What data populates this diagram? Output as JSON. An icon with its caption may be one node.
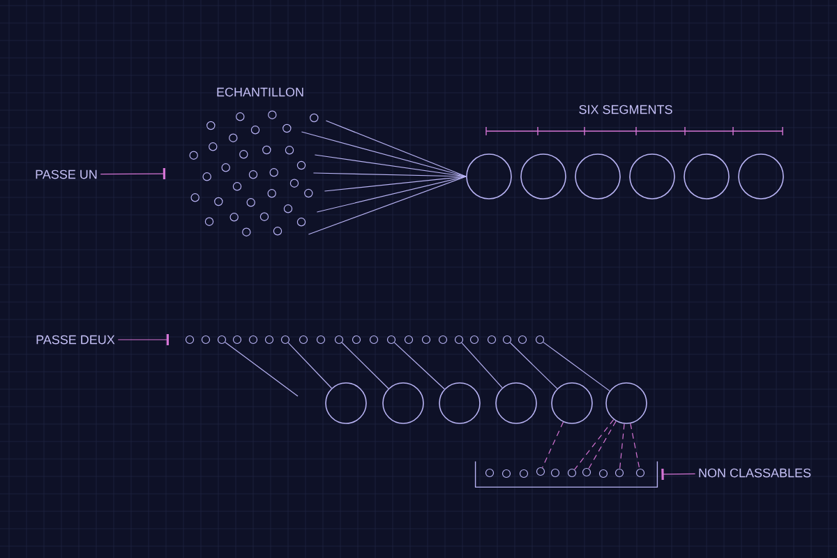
{
  "diagram": {
    "nodes": [
      {
        "text": [
          "PASSE UN"
        ]
      },
      {
        "text": [
          "PASSE DEUX"
        ]
      },
      {
        "text": [
          "NON CLASSABLES"
        ]
      },
      {
        "text": [],
        "shape": "picture"
      },
      {
        "text": [],
        "shape": "circle"
      },
      {
        "text": [],
        "shape": "circle"
      },
      {
        "text": [],
        "shape": "circle"
      },
      {
        "text": [],
        "shape": "circle"
      },
      {
        "text": [],
        "shape": "circle"
      },
      {
        "text": [],
        "shape": "circle"
      },
      {
        "text": [],
        "shape": "circle"
      },
      {
        "text": [],
        "shape": "circle"
      },
      {
        "text": [],
        "shape": "circle"
      },
      {
        "text": [],
        "shape": "circle"
      },
      {
        "text": [],
        "shape": "circle"
      },
      {
        "text": [],
        "shape": "circle"
      },
      {
        "text": [],
        "shape": "circle"
      },
      {
        "text": [],
        "shape": "circle"
      },
      {
        "text": [],
        "shape": "circle"
      },
      {
        "text": [],
        "shape": "circle"
      },
      {
        "text": [],
        "shape": "circle"
      },
      {
        "text": [],
        "shape": "circle"
      },
      {
        "text": [],
        "shape": "circle"
      },
      {
        "text": [],
        "shape": "circle"
      },
      {
        "text": [],
        "shape": "circle"
      },
      {
        "text": [],
        "shape": "circle"
      },
      {
        "text": [],
        "shape": "circle"
      },
      {
        "text": [],
        "shape": "circle"
      },
      {
        "text": [],
        "shape": "circle"
      },
      {
        "text": [],
        "shape": "circle"
      },
      {
        "text": [],
        "shape": "circle"
      },
      {
        "text": [],
        "shape": "circle"
      },
      {
        "text": [],
        "shape": "circle"
      },
      {
        "text": [],
        "shape": "circle"
      },
      {
        "text": [],
        "shape": "circle"
      },
      {
        "text": [],
        "shape": "circle"
      },
      {
        "text": [],
        "shape": "circle"
      },
      {
        "text": [],
        "shape": "circle"
      },
      {
        "text": [],
        "shape": "tray"
      },
      {
        "text": [],
        "shape": "circle",
        "in": 38
      },
      {
        "text": [],
        "shape": "circle",
        "in": 38
      },
      {
        "text": [],
        "shape": "circle",
        "in": 38
      },
      {
        "text": [],
        "shape": "circle",
        "in": 38
      },
      {
        "text": [],
        "shape": "circle",
        "in": 38
      },
      {
        "text": [],
        "shape": "circle",
        "in": 38
      },
      {
        "text": [],
        "shape": "circle",
        "in": 38
      },
      {
        "text": [],
        "shape": "circle",
        "in": 38
      },
      {
        "text": [],
        "shape": "circle",
        "in": 38
      },
      {
        "text": [],
        "shape": "circle",
        "in": 38
      }
    ],
    "edges": [
      {
        "from": 0,
        "to": null,
        "arrow": "other",
        "color": "#d675d6"
      },
      {
        "from": 1,
        "to": null,
        "arrow": "other",
        "color": "#d675d6"
      },
      {
        "from": 2,
        "to": 38,
        "arrow": "other",
        "color": "#d675d6"
      },
      {
        "from": 3,
        "to": 4,
        "arrow": "none"
      },
      {
        "from": 3,
        "to": 4,
        "arrow": "none"
      },
      {
        "from": 3,
        "to": 4,
        "arrow": "none"
      },
      {
        "from": 3,
        "to": 4,
        "arrow": "none"
      },
      {
        "from": 3,
        "to": 4,
        "arrow": "none"
      },
      {
        "from": 3,
        "to": 4,
        "arrow": "none"
      },
      {
        "from": 3,
        "to": 4,
        "arrow": "none"
      },
      {
        "from": 12,
        "to": null,
        "arrow": "none"
      },
      {
        "from": 16,
        "to": 32,
        "arrow": "none"
      },
      {
        "from": 19,
        "to": 33,
        "arrow": "none"
      },
      {
        "from": 22,
        "to": 34,
        "arrow": "none"
      },
      {
        "from": 26,
        "to": 35,
        "arrow": "none"
      },
      {
        "from": 29,
        "to": 36,
        "arrow": "none"
      },
      {
        "from": 31,
        "to": 37,
        "arrow": "none"
      },
      {
        "from": 36,
        "to": 42,
        "arrow": "none",
        "style": "dashed",
        "color": "#d675d6"
      },
      {
        "from": 37,
        "to": 44,
        "arrow": "none",
        "style": "dashed",
        "color": "#d675d6"
      },
      {
        "from": 37,
        "to": 45,
        "arrow": "none",
        "style": "dashed",
        "color": "#d675d6"
      },
      {
        "from": 37,
        "to": 47,
        "arrow": "none",
        "style": "dashed",
        "color": "#d675d6"
      },
      {
        "from": 37,
        "to": 48,
        "arrow": "none",
        "style": "dashed",
        "color": "#d675d6"
      }
    ],
    "labels": [
      "ECHANTILLON",
      "SIX SEGMENTS"
    ]
  }
}
